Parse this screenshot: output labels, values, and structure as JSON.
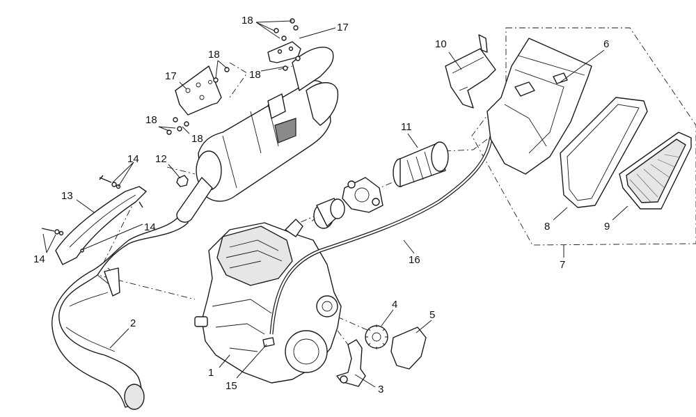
{
  "callouts": [
    {
      "id": "c1",
      "label": "1"
    },
    {
      "id": "c2",
      "label": "2"
    },
    {
      "id": "c3",
      "label": "3"
    },
    {
      "id": "c4",
      "label": "4"
    },
    {
      "id": "c5",
      "label": "5"
    },
    {
      "id": "c6",
      "label": "6"
    },
    {
      "id": "c7",
      "label": "7"
    },
    {
      "id": "c8",
      "label": "8"
    },
    {
      "id": "c9",
      "label": "9"
    },
    {
      "id": "c10",
      "label": "10"
    },
    {
      "id": "c11",
      "label": "11"
    },
    {
      "id": "c12",
      "label": "12"
    },
    {
      "id": "c13",
      "label": "13"
    },
    {
      "id": "c14a",
      "label": "14"
    },
    {
      "id": "c14b",
      "label": "14"
    },
    {
      "id": "c14c",
      "label": "14"
    },
    {
      "id": "c15",
      "label": "15"
    },
    {
      "id": "c16",
      "label": "16"
    },
    {
      "id": "c17a",
      "label": "17"
    },
    {
      "id": "c17b",
      "label": "17"
    },
    {
      "id": "c18a",
      "label": "18"
    },
    {
      "id": "c18b",
      "label": "18"
    },
    {
      "id": "c18c",
      "label": "18"
    },
    {
      "id": "c18d",
      "label": "18"
    },
    {
      "id": "c18e",
      "label": "18"
    }
  ],
  "colors": {
    "line": "#1a1a1a",
    "background": "#ffffff",
    "shade": "#e6e6e6"
  }
}
